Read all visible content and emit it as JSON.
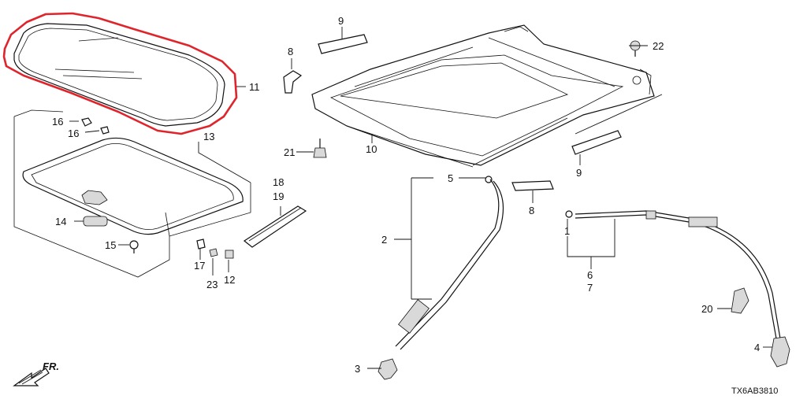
{
  "diagram": {
    "drawing_code": "TX6AB3810",
    "direction_label": "FR.",
    "highlight_color": "#e0242b",
    "part_labels": [
      "11",
      "13",
      "16",
      "16",
      "14",
      "15",
      "17",
      "23",
      "12",
      "18",
      "19",
      "8",
      "9",
      "21",
      "10",
      "22",
      "5",
      "2",
      "3",
      "8",
      "9",
      "1",
      "6",
      "7",
      "20",
      "4"
    ]
  }
}
